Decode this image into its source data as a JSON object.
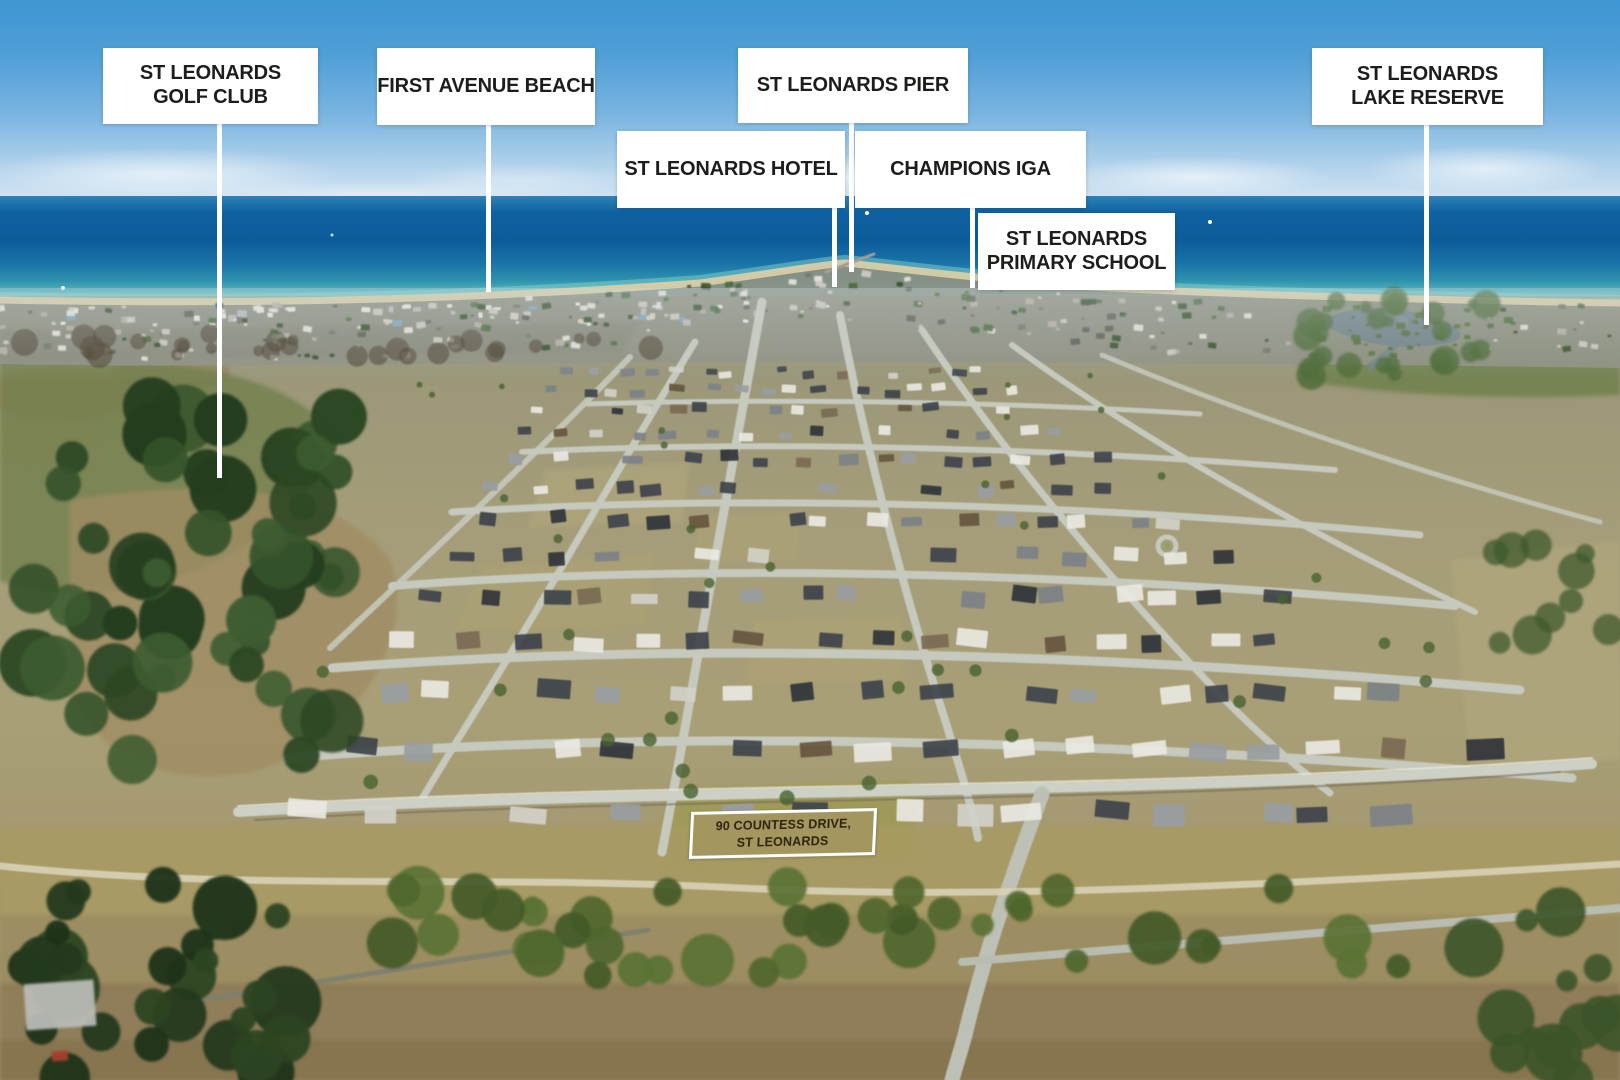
{
  "callouts": {
    "golf": {
      "line1": "ST LEONARDS",
      "line2": "GOLF CLUB"
    },
    "beach": {
      "line1": "FIRST AVENUE BEACH"
    },
    "pier": {
      "line1": "ST LEONARDS PIER"
    },
    "hotel": {
      "line1": "ST LEONARDS HOTEL"
    },
    "iga": {
      "line1": "CHAMPIONS IGA"
    },
    "school": {
      "line1": "ST LEONARDS",
      "line2": "PRIMARY SCHOOL"
    },
    "lake": {
      "line1": "ST LEONARDS",
      "line2": "LAKE RESERVE"
    }
  },
  "site_sign": {
    "line1": "90 COUNTESS DRIVE,",
    "line2": "ST LEONARDS"
  },
  "colors": {
    "callout_bg": "#ffffff",
    "callout_text": "#1d1d1b",
    "leader_line": "#ffffff",
    "sign_bg": "#a3965f",
    "sign_border": "#ffffff",
    "sign_text": "#2e2410",
    "sky_top": "#3f96d2",
    "ocean_deep": "#0d5c9a",
    "ocean_shallow": "#82cbca",
    "sand": "#d9cda6",
    "suburb_ground": "#a59d79",
    "tree_dark": "#2c4724"
  }
}
